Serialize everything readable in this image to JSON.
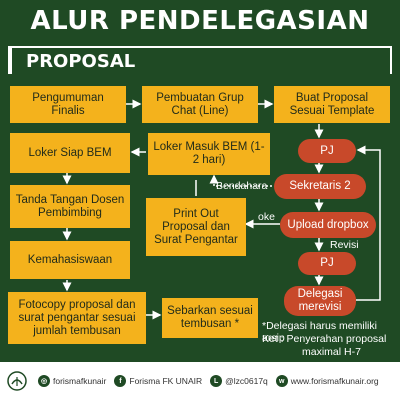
{
  "title": "ALUR PENDELEGASIAN",
  "section": "PROPOSAL",
  "boxes": {
    "pengumuman": "Pengumuman Finalis",
    "grup_chat": "Pembuatan Grup Chat (Line)",
    "buat_proposal": "Buat Proposal Sesuai Template",
    "loker_siap": "Loker Siap BEM",
    "loker_masuk": "Loker Masuk BEM      (1-2 hari)",
    "tanda_tangan": "Tanda Tangan Dosen Pembimbing",
    "print_out": "Print Out Proposal dan Surat Pengantar",
    "kemahasiswaan": "Kemahasiswaan",
    "fotocopy": "Fotocopy proposal dan surat pengantar sesuai jumlah tembusan",
    "sebarkan": "Sebarkan sesuai tembusan *"
  },
  "pills": {
    "pj1": "PJ",
    "sekretaris": "Sekretaris 2",
    "upload": "Upload dropbox",
    "pj2": "PJ",
    "delegasi": "Delegasi merevisi"
  },
  "labels": {
    "bendahara": "Bendahara",
    "oke": "oke",
    "revisi": "Revisi"
  },
  "notes": {
    "line1": "*Delegasi harus memiliki arsip",
    "line2": "Ket : Penyerahan proposal",
    "line3": "maximal H-7"
  },
  "footer": {
    "instagram": "forismafkunair",
    "facebook": "Forisma FK UNAIR",
    "line": "@lzc0617q",
    "web": "www.forismafkunair.org"
  },
  "colors": {
    "background": "#1f4a24",
    "box": "#f4b21c",
    "pill": "#c8492a"
  }
}
